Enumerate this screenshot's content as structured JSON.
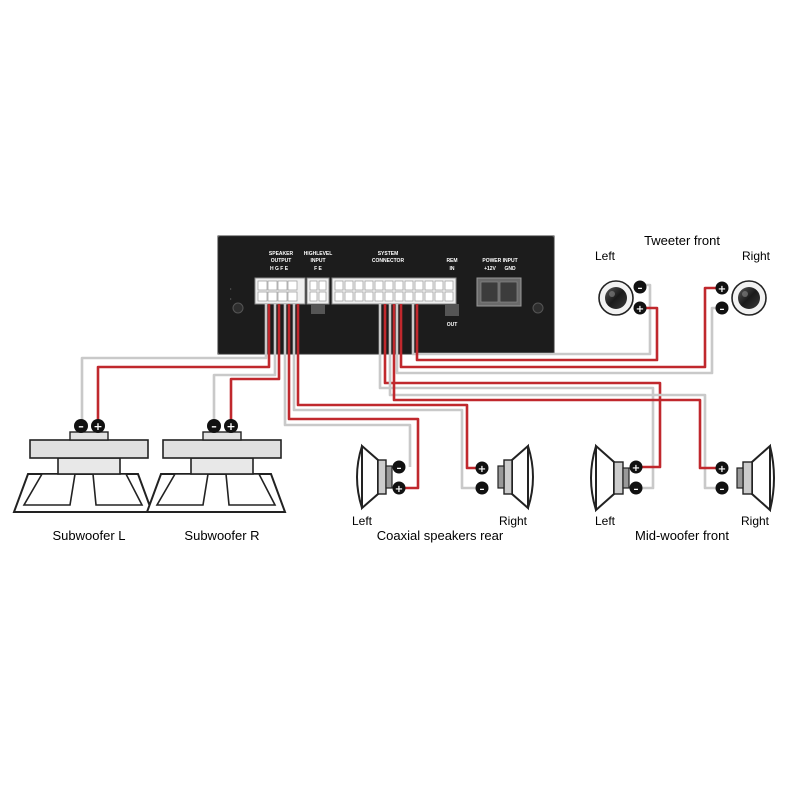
{
  "device": {
    "speaker_output": "SPEAKER",
    "speaker_output2": "OUTPUT",
    "speaker_channels": "H  G  F  E",
    "highlevel_input": "HIGHLEVEL",
    "highlevel_input2": "INPUT",
    "highlevel_channels": "F  E",
    "system_connector": "SYSTEM",
    "system_connector2": "CONNECTOR",
    "rem": "REM",
    "rem_in": "IN",
    "rem_out": "OUT",
    "power_input": "POWER INPUT",
    "power_12v": "+12V",
    "power_gnd": "GND"
  },
  "labels": {
    "tweeter_front": "Tweeter front",
    "tweeter_left": "Left",
    "tweeter_right": "Right",
    "subwoofer_l": "Subwoofer L",
    "subwoofer_r": "Subwoofer R",
    "coaxial_rear": "Coaxial speakers rear",
    "coaxial_left": "Left",
    "coaxial_right": "Right",
    "midwoofer_front": "Mid-woofer front",
    "midwoofer_left": "Left",
    "midwoofer_right": "Right"
  },
  "colors": {
    "positive_wire": "#c0282d",
    "negative_wire": "#c9c9c9",
    "device_body": "#1c1c1c"
  }
}
